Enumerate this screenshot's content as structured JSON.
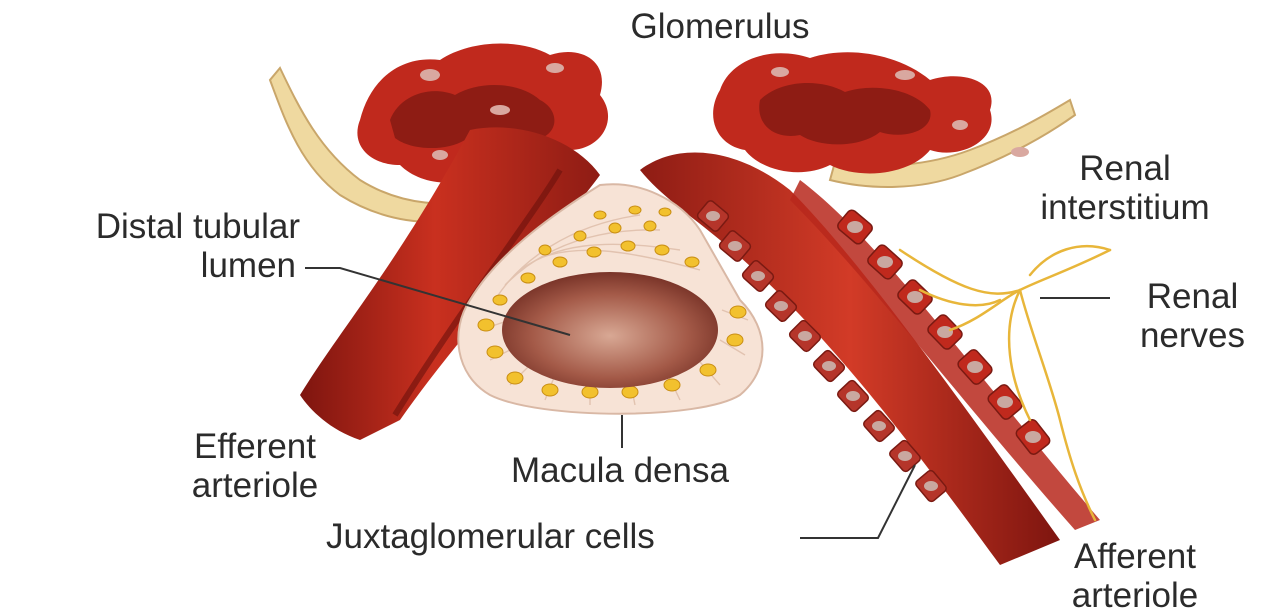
{
  "labels": {
    "glomerulus": "Glomerulus",
    "renal_interstitium": [
      "Renal",
      "interstitium"
    ],
    "distal_tubular_lumen": [
      "Distal tubular",
      "lumen"
    ],
    "renal_nerves": [
      "Renal",
      "nerves"
    ],
    "efferent_arteriole": [
      "Efferent",
      "arteriole"
    ],
    "macula_densa": "Macula densa",
    "juxtaglomerular_cells": "Juxtaglomerular cells",
    "afferent_arteriole": [
      "Afferent",
      "arteriole"
    ]
  },
  "colors": {
    "vessel_dark": "#8e1c14",
    "vessel_mid": "#c0291d",
    "vessel_light": "#e05a3e",
    "capsule": "#efd9a0",
    "tubule_cell": "#f7e3d6",
    "nucleus": "#f2c12e",
    "lumen": "#9a4b3c",
    "jg_nucleus": "#c9a8a0",
    "nerve": "#e8b63a",
    "leader": "#333333"
  }
}
